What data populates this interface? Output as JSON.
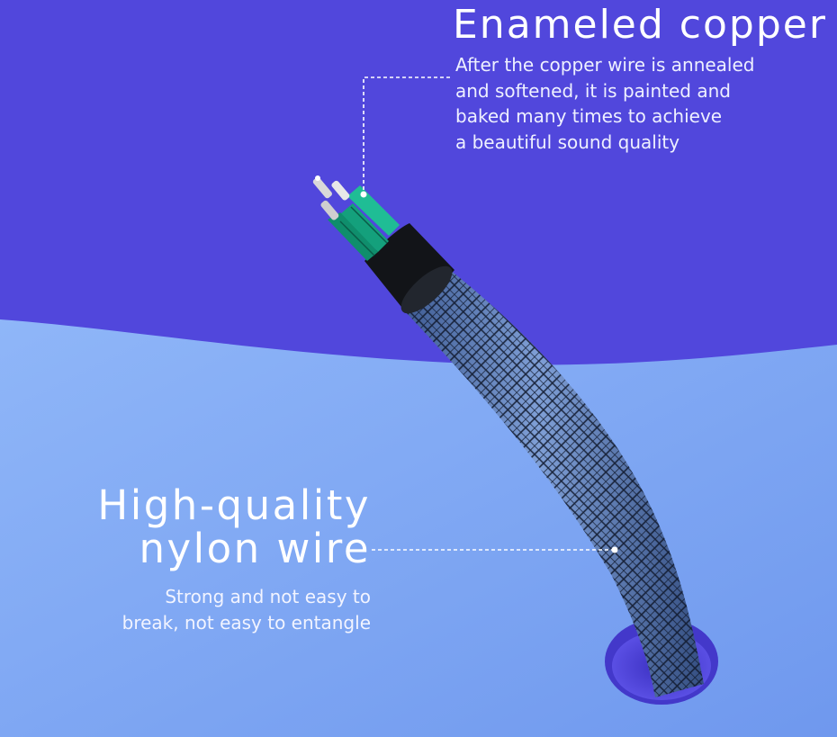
{
  "copper": {
    "title": "Enameled copper",
    "lines": [
      "After the copper wire is annealed",
      "and softened, it is painted and",
      "baked many times to achieve",
      "a beautiful sound quality"
    ]
  },
  "nylon": {
    "title_lines": [
      "High-quality",
      "nylon wire"
    ],
    "lines": [
      "Strong and not easy to",
      "break, not easy to entangle"
    ]
  },
  "colors": {
    "background_top": "#5147dc",
    "panel": "#7ea8f4",
    "braid": "#5e7fb8",
    "wire_green": "#1fae8a",
    "text": "#ffffff"
  }
}
